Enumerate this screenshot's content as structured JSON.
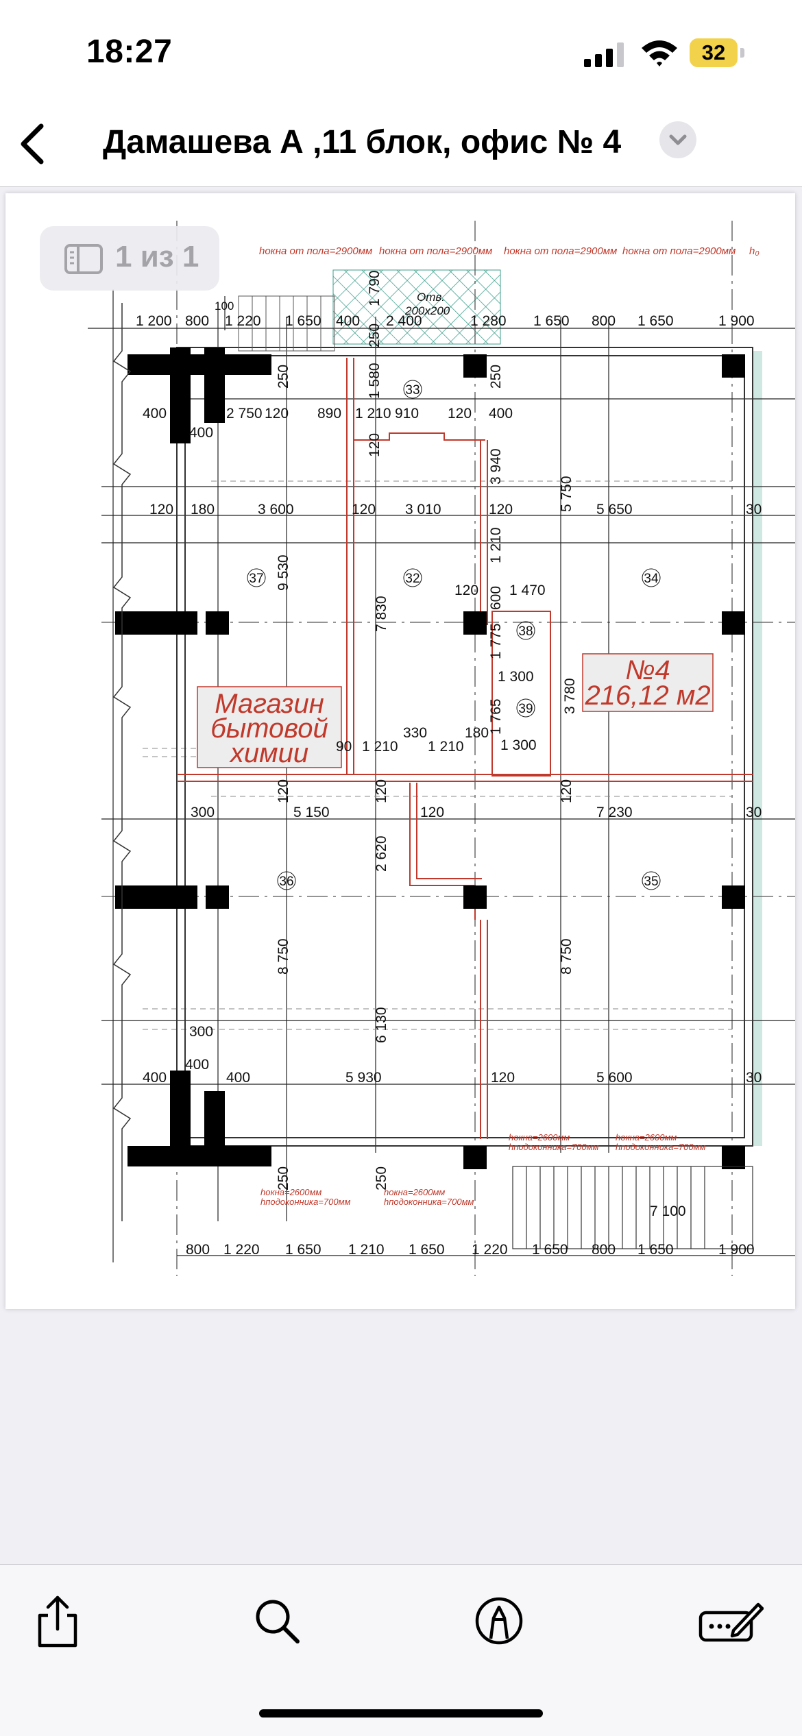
{
  "status": {
    "time": "18:27",
    "battery": "32",
    "icons": [
      "signal-icon",
      "wifi-icon",
      "battery-icon"
    ]
  },
  "nav": {
    "back_icon": "chevron-left-icon",
    "title": "Дамашева А ,11 блок, офис № 4",
    "menu_icon": "chevron-down-icon"
  },
  "page_indicator": {
    "icon": "sidebar-icon",
    "label": "1 из 1"
  },
  "plan": {
    "window_notes": [
      "hокна от пола=2900мм",
      "hокна от пола=2900мм",
      "hокна от пола=2900мм",
      "hокна от пола=2900мм",
      "h₀"
    ],
    "vent_label": [
      "Отв.",
      "200х200"
    ],
    "top_dims": [
      "100",
      "1 200",
      "800",
      "1 220",
      "1 650",
      "400",
      "2 400",
      "1 280",
      "1 650",
      "800",
      "1 650",
      "1 900"
    ],
    "bottom_dims": [
      "800",
      "1 220",
      "1 650",
      "1 210",
      "1 650",
      "1 220",
      "1 650",
      "800",
      "1 650",
      "1 900"
    ],
    "row1_dims": [
      "400",
      "400",
      "2 750",
      "120",
      "890",
      "1 210",
      "910",
      "120",
      "400"
    ],
    "row2_dims": [
      "120",
      "180",
      "3 600",
      "120",
      "3 010",
      "120",
      "5 650",
      "30"
    ],
    "row3_dims": [
      "300",
      "5 150",
      "120",
      "7 230",
      "30"
    ],
    "row4_dims": [
      "300",
      "400",
      "400",
      "400",
      "5 930",
      "120",
      "5 600",
      "30"
    ],
    "vertical_dims": [
      "1 790",
      "250",
      "1 580",
      "250",
      "250",
      "120",
      "3 940",
      "5 750",
      "9 530",
      "1 210",
      "7 830",
      "600",
      "1 775",
      "3 780",
      "1 765",
      "120",
      "120",
      "120",
      "2 620",
      "8 750",
      "6 130",
      "8 750",
      "250",
      "250"
    ],
    "small_dims": [
      "1 470",
      "120",
      "1 300",
      "1 300",
      "330",
      "1 210",
      "1 210",
      "180",
      "90",
      "7 100"
    ],
    "room_numbers": [
      "33",
      "37",
      "32",
      "34",
      "38",
      "39",
      "36",
      "35"
    ],
    "shop_label": [
      "Магазин",
      "бытовой",
      "химии"
    ],
    "office_label": [
      "№4",
      "216,12 м2"
    ],
    "window_notes_bottom": [
      "hокна=2600мм",
      "hподоконника=700мм",
      "hокна=2600мм",
      "hподоконника=700мм",
      "hокна=2600мм",
      "hподоконника=700мм",
      "hокна=2600мм",
      "hподоконника=700мм"
    ]
  },
  "toolbar": {
    "items": [
      "share-icon",
      "search-icon",
      "markup-icon",
      "signature-icon"
    ]
  },
  "colors": {
    "accent_red": "#c0392b",
    "wall_black": "#000000",
    "battery_yellow": "#f3d24b",
    "teal_strip": "#cfe9e2"
  }
}
